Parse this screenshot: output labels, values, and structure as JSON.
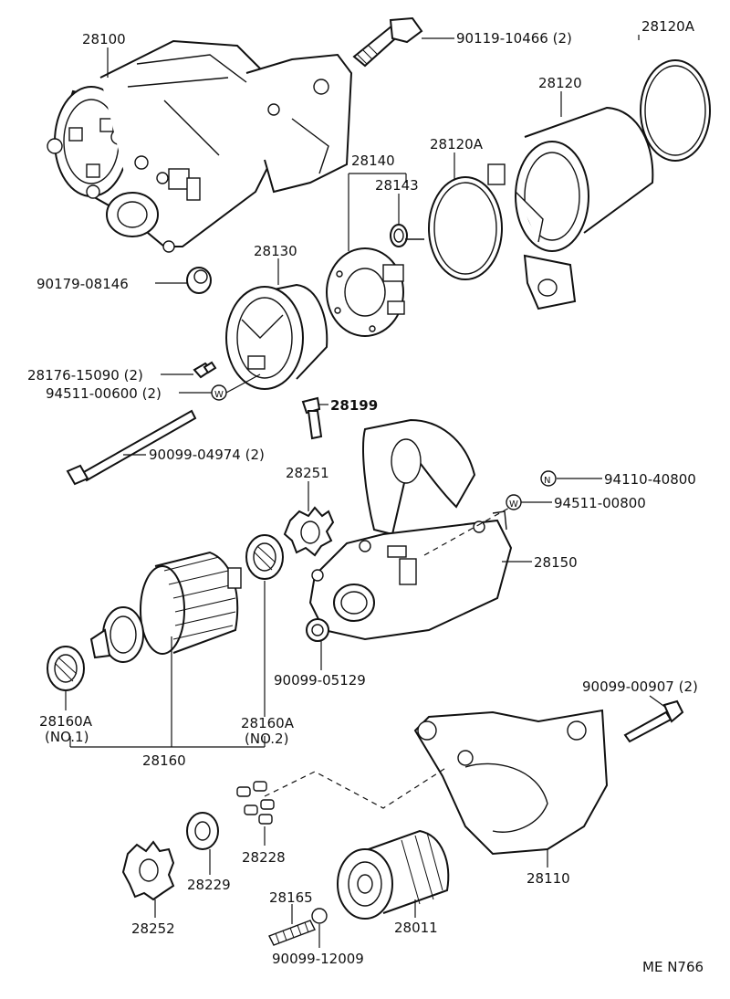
{
  "labels": {
    "l28100": "28100",
    "l90119": "90119-10466 (2)",
    "l28120A_top": "28120A",
    "l28120": "28120",
    "l28120A_mid": "28120A",
    "l28140": "28140",
    "l28143": "28143",
    "l90179": "90179-08146",
    "l28130": "28130",
    "l28176": "28176-15090 (2)",
    "l94511_06": "94511-00600 (2)",
    "l28199": "28199",
    "l90099_04974": "90099-04974 (2)",
    "l94110": "94110-40800",
    "l94511_08": "94511-00800",
    "l28251": "28251",
    "l28150": "28150",
    "l90099_05129": "90099-05129",
    "l28160A_1": "28160A",
    "l28160A_1b": "(NO.1)",
    "l28160A_2": "28160A",
    "l28160A_2b": "(NO.2)",
    "l28160": "28160",
    "l90099_00907": "90099-00907 (2)",
    "l28228": "28228",
    "l28229": "28229",
    "l28110": "28110",
    "l28252": "28252",
    "l28165": "28165",
    "l28011": "28011",
    "l90099_12009": "90099-12009",
    "code": "ME  N766"
  },
  "markers": {
    "w": "W",
    "n": "N"
  }
}
